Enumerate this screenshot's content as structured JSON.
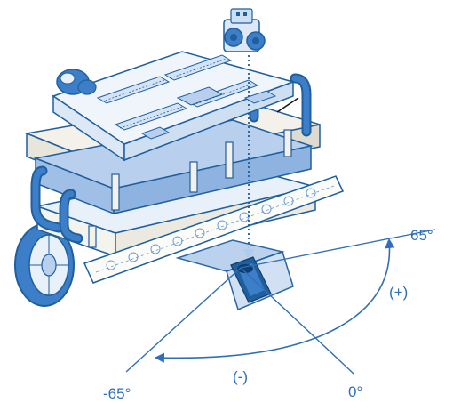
{
  "colors": {
    "outline": "#1f5f9e",
    "light_fill": "#e8f0fa",
    "mid_fill": "#b8d0ee",
    "dark_fill": "#3c7ec8",
    "board_fill": "#f0f5fc",
    "label_color": "#2f6fb8"
  },
  "labels": {
    "angle_positive": "65°",
    "angle_negative": "-65°",
    "angle_zero": "0°",
    "dir_positive": "(+)",
    "dir_negative": "(-)"
  },
  "icons": {
    "sensor": "ultrasonic-sensor-icon",
    "servo": "servo-icon",
    "wheel": "wheel-icon"
  }
}
